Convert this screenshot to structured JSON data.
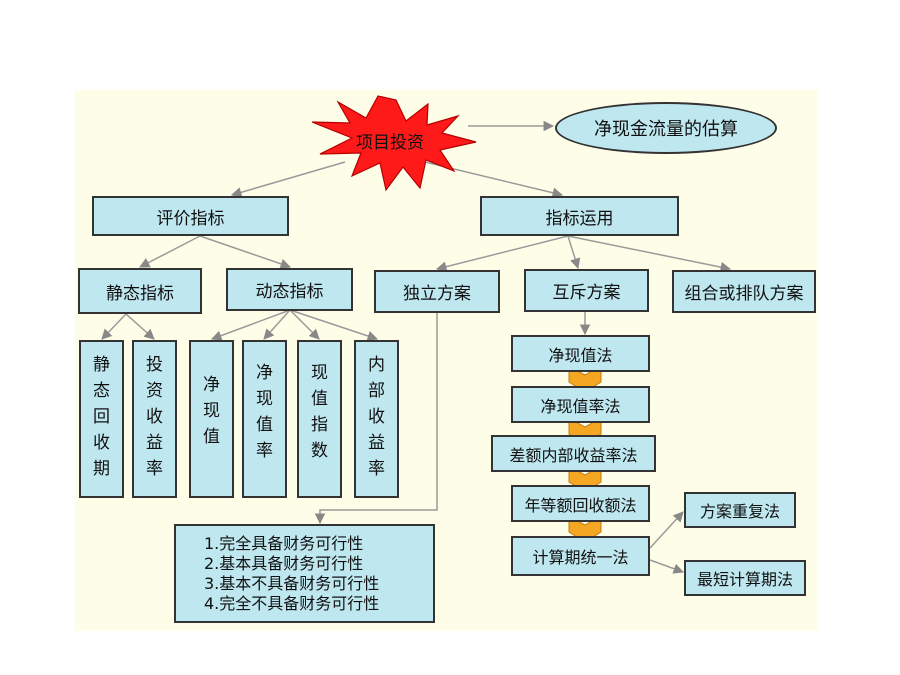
{
  "colors": {
    "box_fill": "#bfe7f0",
    "border": "#333333",
    "star_fill": "#ff1a1a",
    "flow_arrow": "#f5a623",
    "background": "#fefee8"
  },
  "diagram": {
    "root": "项目投资",
    "estimate": "净现金流量的估算",
    "eval": "评价指标",
    "apply": "指标运用",
    "static": "静态指标",
    "dynamic": "动态指标",
    "static_items": [
      "静态回收期",
      "投资收益率"
    ],
    "dynamic_items": [
      "净现值",
      "净现值率",
      "现值指数",
      "内部收益率"
    ],
    "independent": "独立方案",
    "exclusive": "互斥方案",
    "combo": "组合或排队方案",
    "methods": [
      "净现值法",
      "净现值率法",
      "差额内部收益率法",
      "年等额回收额法",
      "计算期统一法"
    ],
    "sub_methods": [
      "方案重复法",
      "最短计算期法"
    ],
    "feasibility": [
      "1.完全具备财务可行性",
      "2.基本具备财务可行性",
      "3.基本不具备财务可行性",
      "4.完全不具备财务可行性"
    ]
  }
}
